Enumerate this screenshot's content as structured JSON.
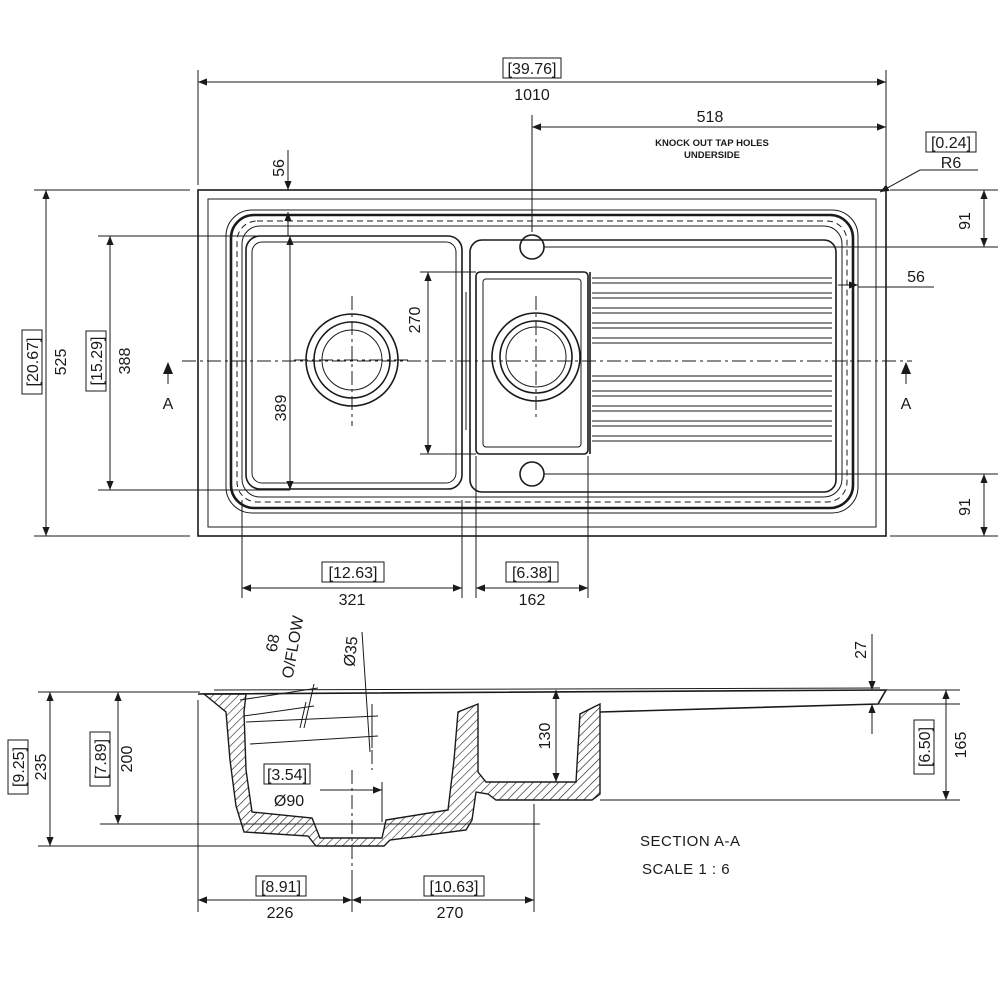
{
  "plan_view": {
    "overall_length": {
      "inch": "[39.76]",
      "mm": "1010"
    },
    "tap_hole_offset": {
      "mm": "518"
    },
    "tap_hole_note": {
      "line1": "KNOCK OUT TAP HOLES",
      "line2": "UNDERSIDE"
    },
    "corner_radius": {
      "inch": "[0.24]",
      "mm": "R6"
    },
    "overall_width": {
      "inch": "[20.67]",
      "mm": "525"
    },
    "bowl_width": {
      "inch": "[15.29]",
      "mm": "388"
    },
    "top_rim": {
      "mm": "56"
    },
    "side_rim": {
      "mm": "56"
    },
    "bowl_inner_height": {
      "mm": "389"
    },
    "half_bowl_height": {
      "mm": "270"
    },
    "tap_hole_top": {
      "mm": "91"
    },
    "tap_hole_bottom": {
      "mm": "91"
    },
    "main_bowl_length": {
      "inch": "[12.63]",
      "mm": "321"
    },
    "half_bowl_length": {
      "inch": "[6.38]",
      "mm": "162"
    },
    "section_mark_left": "A",
    "section_mark_right": "A"
  },
  "section_view": {
    "overflow_note": {
      "line1": "68",
      "line2": "O/FLOW"
    },
    "waste_hole": {
      "mm": "Ø35"
    },
    "drainer_thickness": {
      "mm": "27"
    },
    "overall_depth": {
      "inch": "[9.25]",
      "mm": "235"
    },
    "bowl_depth": {
      "inch": "[7.89]",
      "mm": "200"
    },
    "half_bowl_depth": {
      "mm": "130"
    },
    "waste_outlet": {
      "inch": "[3.54]",
      "mm": "Ø90"
    },
    "rim_depth": {
      "inch": "[6.50]",
      "mm": "165"
    },
    "waste_center_left": {
      "inch": "[8.91]",
      "mm": "226"
    },
    "waste_center_right": {
      "inch": "[10.63]",
      "mm": "270"
    },
    "section_title": "SECTION A-A",
    "scale": "SCALE  1 : 6"
  }
}
